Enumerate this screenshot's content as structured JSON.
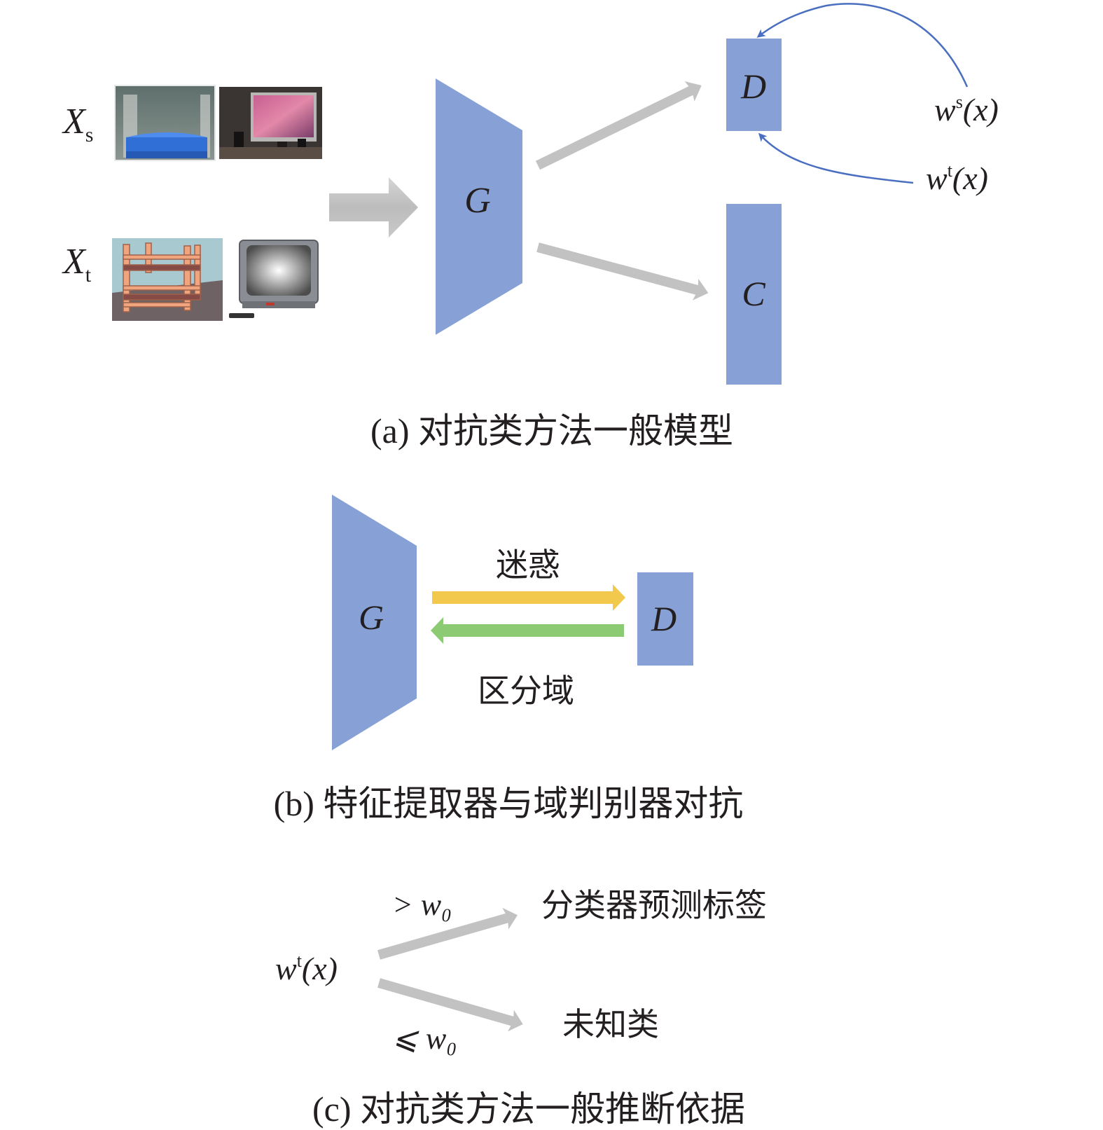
{
  "panel_a": {
    "source_label": "X",
    "source_sub": "s",
    "target_label": "X",
    "target_sub": "t",
    "generator": "G",
    "discriminator": "D",
    "classifier": "C",
    "weight_source": {
      "w": "w",
      "sup": "s",
      "arg": "(x)"
    },
    "weight_target": {
      "w": "w",
      "sup": "t",
      "arg": "(x)"
    },
    "caption": "(a)  对抗类方法一般模型"
  },
  "panel_b": {
    "generator": "G",
    "discriminator": "D",
    "confuse_label": "迷惑",
    "distinguish_label": "区分域",
    "caption": "(b)  特征提取器与域判别器对抗"
  },
  "panel_c": {
    "weight": {
      "w": "w",
      "sup": "t",
      "arg": "(x)"
    },
    "upper_condition": "> w₀",
    "lower_condition": "⩽ w₀",
    "upper_result": "分类器预测标签",
    "lower_result": "未知类",
    "caption": "(c)  对抗类方法一般推断依据"
  },
  "colors": {
    "block": "#87a0d6",
    "gray_arrow": "#bdbdbd",
    "curve": "#4a6fc0",
    "confuse": "#f2c94c",
    "distinguish": "#8ccb73"
  },
  "images": [
    "bed-photo",
    "monitor-photo",
    "bunk-bed-drawing",
    "crt-tv-drawing"
  ]
}
